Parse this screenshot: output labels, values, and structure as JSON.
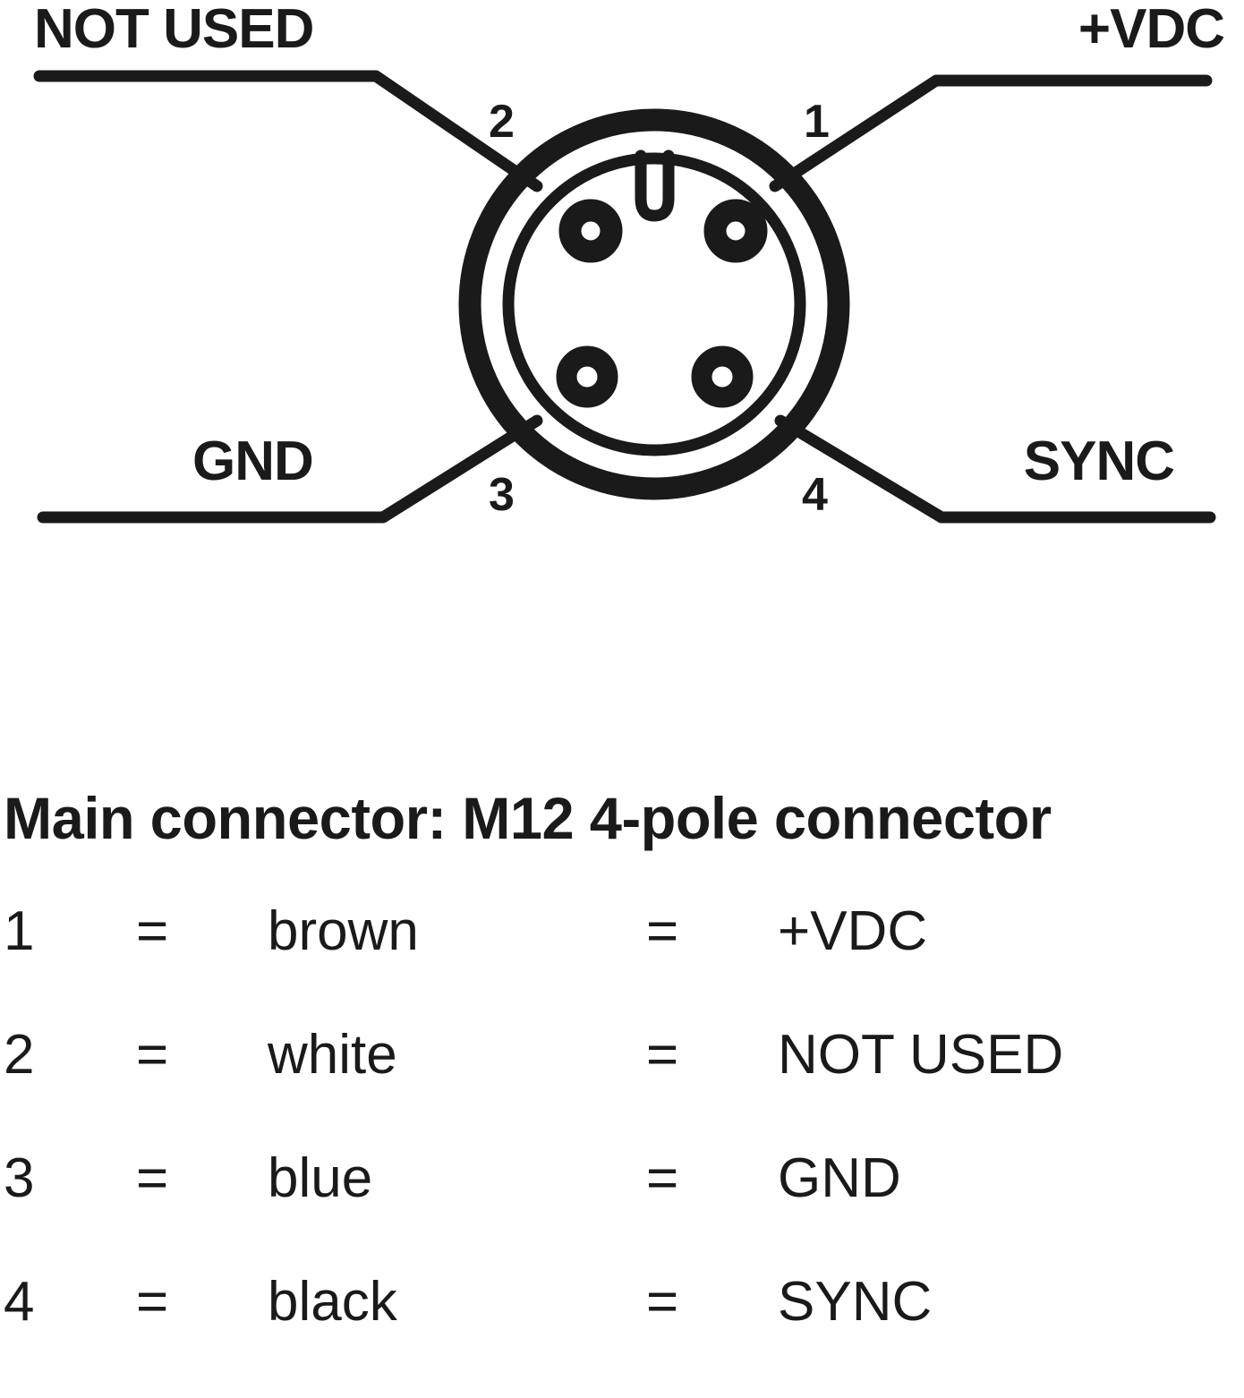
{
  "diagram": {
    "name": "m12-4-pole-connector-face-view",
    "callouts": [
      {
        "id": "not-used",
        "text": "NOT USED",
        "pin": "2",
        "side": "top-left"
      },
      {
        "id": "vdc",
        "text": "+VDC",
        "pin": "1",
        "side": "top-right"
      },
      {
        "id": "gnd",
        "text": "GND",
        "pin": "3",
        "side": "bottom-left"
      },
      {
        "id": "sync",
        "text": "SYNC",
        "pin": "4",
        "side": "bottom-right"
      }
    ],
    "pin_numbers": {
      "one": "1",
      "two": "2",
      "three": "3",
      "four": "4"
    },
    "colors": {
      "ink": "#1a1a1a",
      "background": "#ffffff"
    }
  },
  "caption": {
    "text": "Main connector: M12 4-pole connector"
  },
  "pin_table": {
    "equals": "=",
    "rows": [
      {
        "pin": "1",
        "wire_color": "brown",
        "function": "+VDC"
      },
      {
        "pin": "2",
        "wire_color": "white",
        "function": "NOT USED"
      },
      {
        "pin": "3",
        "wire_color": "blue",
        "function": "GND"
      },
      {
        "pin": "4",
        "wire_color": "black",
        "function": "SYNC"
      }
    ]
  }
}
